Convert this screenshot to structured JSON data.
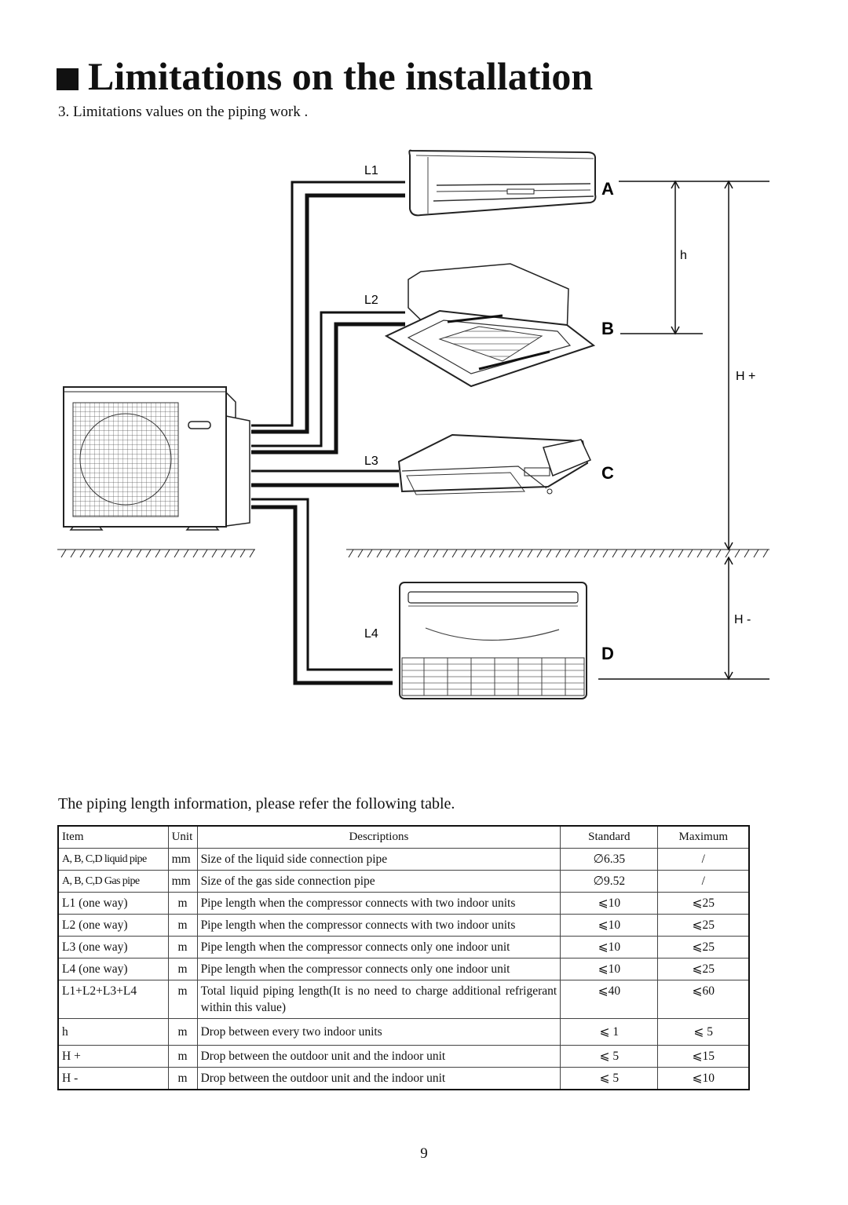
{
  "title": "Limitations on the installation",
  "subtitle": "3. Limitations values on the piping work .",
  "diagram": {
    "units": {
      "a": "A",
      "b": "B",
      "c": "C",
      "d": "D"
    },
    "pipes": {
      "l1": "L1",
      "l2": "L2",
      "l3": "L3",
      "l4": "L4"
    },
    "heights": {
      "h": "h",
      "h_plus": "H +",
      "h_minus": "H -"
    }
  },
  "intro": "The piping length information, please refer the following table.",
  "table": {
    "headers": {
      "item": "Item",
      "unit": "Unit",
      "desc": "Descriptions",
      "std": "Standard",
      "max": "Maximum"
    },
    "rows": [
      {
        "item": "A, B, C,D liquid pipe",
        "unit": "mm",
        "desc": "Size of the liquid side connection pipe",
        "std": "∅6.35",
        "max": "/"
      },
      {
        "item": "A, B, C,D Gas pipe",
        "unit": "mm",
        "desc": "Size of the gas side connection pipe",
        "std": "∅9.52",
        "max": "/"
      },
      {
        "item": "L1  (one way)",
        "unit": "m",
        "desc": "Pipe length when the compressor connects with two indoor units",
        "std": "⩽10",
        "max": "⩽25"
      },
      {
        "item": "L2  (one way)",
        "unit": "m",
        "desc": "Pipe length when the compressor connects with two indoor units",
        "std": "⩽10",
        "max": "⩽25"
      },
      {
        "item": "L3  (one way)",
        "unit": "m",
        "desc": "Pipe length when the compressor connects only one indoor unit",
        "std": "⩽10",
        "max": "⩽25"
      },
      {
        "item": "L4  (one way)",
        "unit": "m",
        "desc": "Pipe length when the compressor connects only one indoor unit",
        "std": "⩽10",
        "max": "⩽25"
      },
      {
        "item": "L1+L2+L3+L4",
        "unit": "m",
        "desc": "Total liquid piping length(It is no need to charge additional refrigerant within this value)",
        "std": "⩽40",
        "max": "⩽60"
      },
      {
        "item": "h",
        "unit": "m",
        "desc": "Drop between every two indoor units",
        "std": "⩽ 1",
        "max": "⩽ 5"
      },
      {
        "item": "H +",
        "unit": "m",
        "desc": "Drop between the outdoor unit and the indoor unit",
        "std": "⩽ 5",
        "max": "⩽15"
      },
      {
        "item": "H -",
        "unit": "m",
        "desc": "Drop between the outdoor unit and the indoor unit",
        "std": "⩽ 5",
        "max": "⩽10"
      }
    ]
  },
  "page_number": "9"
}
